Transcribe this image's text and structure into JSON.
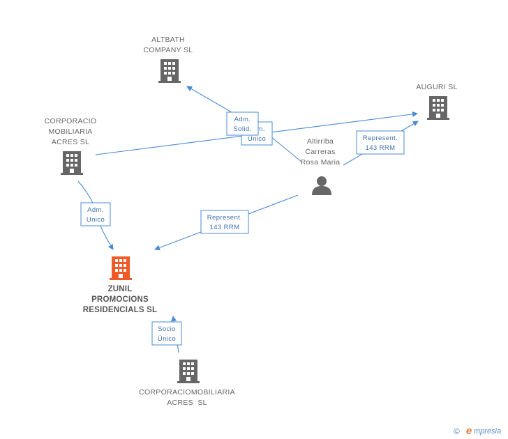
{
  "colors": {
    "company": "#666666",
    "focus": "#f05a28",
    "person": "#666666",
    "edge": "#4a8ad4"
  },
  "nodes": {
    "altbath": {
      "lines": [
        "ALTBATH",
        "COMPANY SL"
      ],
      "icon": "building-icon"
    },
    "auguri": {
      "lines": [
        "AUGURI SL"
      ],
      "icon": "building-icon"
    },
    "corporacio_top": {
      "lines": [
        "CORPORACIO",
        "MOBILIARIA",
        "ACRES SL"
      ],
      "icon": "building-icon"
    },
    "person": {
      "lines": [
        "Altirriba",
        "Carreras",
        "Rosa Maria"
      ],
      "icon": "person-icon"
    },
    "zunil": {
      "lines": [
        "ZUNIL",
        "PROMOCIONS",
        "RESIDENCIALS SL"
      ],
      "icon": "building-icon"
    },
    "corporacio_bottom": {
      "lines": [
        "CORPORACIOMOBILIARIA",
        "ACRES  SL"
      ],
      "icon": "building-icon"
    }
  },
  "edges": {
    "adm_solid": [
      "Adm.",
      "Solid."
    ],
    "adm_unico_back": [
      "Adm.",
      "Unico"
    ],
    "represent_auguri": [
      "Represent.",
      "143 RRM"
    ],
    "adm_unico_zunil": [
      "Adm.",
      "Unico"
    ],
    "represent_zunil": [
      "Represent.",
      "143 RRM"
    ],
    "socio_unico": [
      "Socio",
      "Único"
    ]
  },
  "footer": {
    "copyright": "©",
    "brand_initial": "e",
    "brand_rest": "mpresia"
  }
}
